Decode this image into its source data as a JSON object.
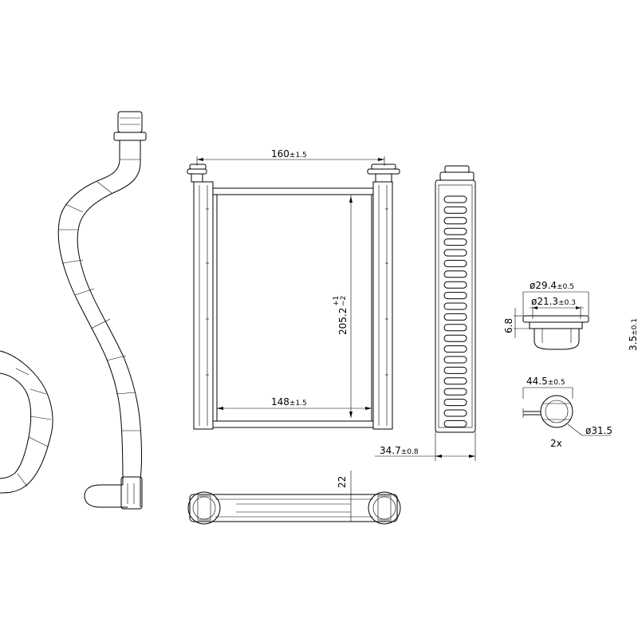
{
  "dimensions": {
    "top_width": "160",
    "top_width_tol": "±1.5",
    "inner_width": "148",
    "inner_width_tol": "±1.5",
    "height": "205.2",
    "height_tol_plus": "+1",
    "height_tol_minus": "−2",
    "depth": "34.7",
    "depth_tol": "±0.8",
    "flange_outer": "ø29.4",
    "flange_outer_tol": "±0.5",
    "flange_inner": "ø21.3",
    "flange_inner_tol": "±0.3",
    "flange_height": "6.8",
    "side_partial": "3.5",
    "side_partial_tol": "±0.1",
    "port_spacing": "44.5",
    "port_spacing_tol": "±0.5",
    "port_dia": "ø31.5",
    "port_count": "2x",
    "bottom_depth": "22"
  }
}
